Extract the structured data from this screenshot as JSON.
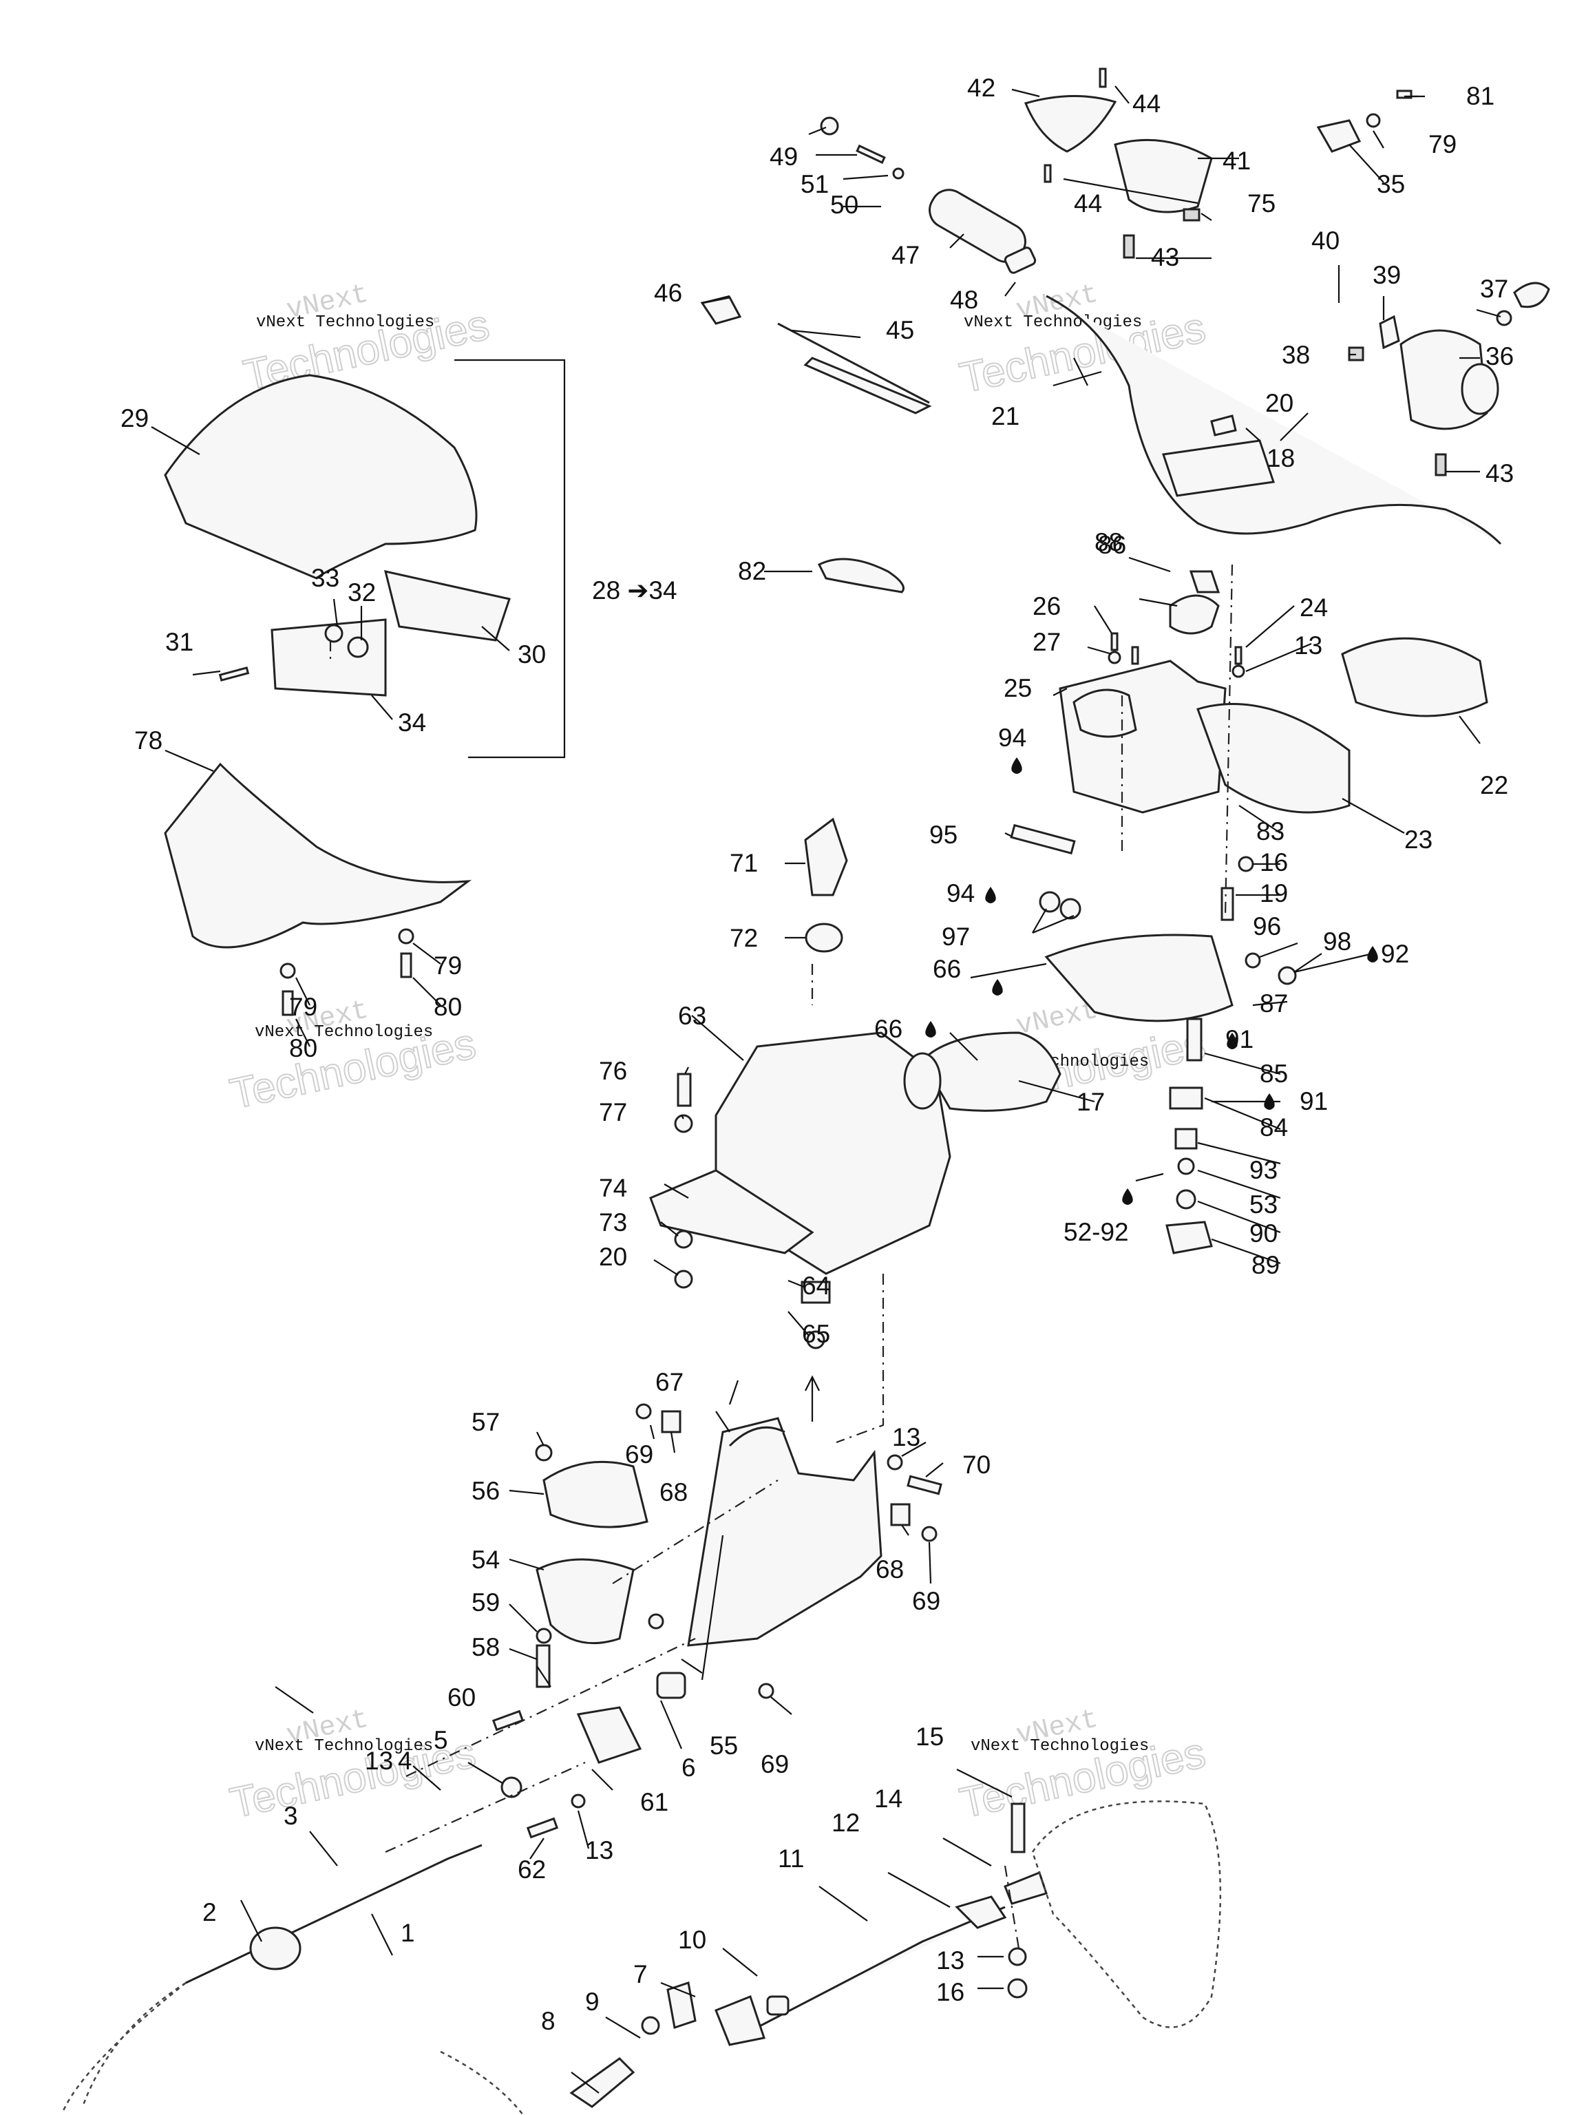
{
  "callouts": [
    "1",
    "2",
    "3",
    "4",
    "5",
    "6",
    "7",
    "8",
    "9",
    "10",
    "11",
    "12",
    "13",
    "13",
    "13",
    "13",
    "13",
    "14",
    "15",
    "16",
    "16",
    "17",
    "18",
    "19",
    "20",
    "20",
    "21",
    "22",
    "23",
    "24",
    "25",
    "26",
    "27",
    "28 ➔34",
    "29",
    "30",
    "31",
    "32",
    "33",
    "34",
    "35",
    "36",
    "37",
    "38",
    "39",
    "40",
    "41",
    "42",
    "43",
    "43",
    "44",
    "44",
    "45",
    "46",
    "47",
    "48",
    "49",
    "50",
    "51",
    "52-92",
    "53",
    "54",
    "55",
    "56",
    "57",
    "58",
    "59",
    "60",
    "61",
    "62",
    "63",
    "64",
    "65",
    "66",
    "66",
    "67",
    "68",
    "68",
    "69",
    "69",
    "69",
    "70",
    "71",
    "72",
    "73",
    "74",
    "75",
    "76",
    "77",
    "78",
    "79",
    "79",
    "79",
    "80",
    "80",
    "81",
    "82",
    "83",
    "84",
    "85",
    "86",
    "87",
    "88",
    "89",
    "90",
    "91",
    "91",
    "92",
    "93",
    "94",
    "94",
    "95",
    "96",
    "97",
    "98"
  ],
  "watermark": {
    "line1": "vNext",
    "line2": "vNext Technologies",
    "outline": "Technologies"
  },
  "colors": {
    "ink": "#111111",
    "watermark": "#cfcfcf",
    "background": "#ffffff"
  },
  "icons": [
    "lubricant-drop-icon"
  ]
}
